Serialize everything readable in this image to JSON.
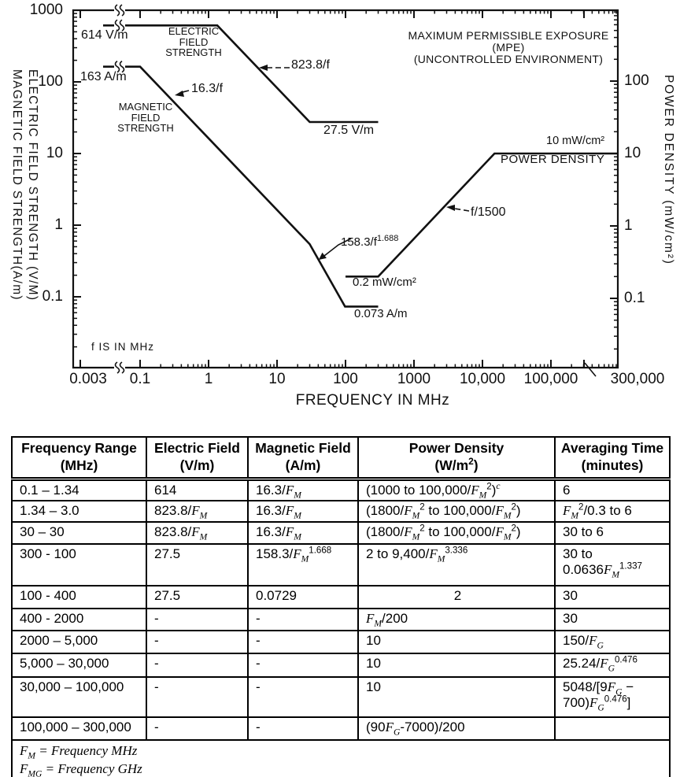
{
  "chart": {
    "title_block": "MAXIMUM PERMISSIBLE EXPOSURE\n(MPE)\n(UNCONTROLLED ENVIRONMENT)",
    "xlabel": "FREQUENCY IN MHz",
    "ylabel_left_line1": "MAGNETIC FIELD STRENGTH(A/m)",
    "ylabel_left_line2": "ELECTRIC FIELD STRENGTH (V/M)",
    "ylabel_right": "POWER DENSITY (mW/cm²)",
    "note": "f IS IN MHz",
    "labels": {
      "electric_block": "ELECTRIC\nFIELD\nSTRENGTH",
      "magnetic_block": "MAGNETIC\nFIELD\nSTRENGTH",
      "e_plateau_high": "614 V/m",
      "h_plateau_high": "163 A/m",
      "e_slope": "823.8/f",
      "h_slope": "16.3/f",
      "e_plateau_low": "27.5 V/m",
      "h_slope2_base": "158.3/f",
      "h_slope2_exp": "1.688",
      "pd_slope": "f/1500",
      "pd_plateau_high": "10 mW/cm²",
      "pd_name": "POWER DENSITY",
      "pd_plateau_low": "0.2 mW/cm²",
      "h_plateau_low": "0.073 A/m"
    }
  },
  "chart_data": {
    "type": "line",
    "title": "MAXIMUM PERMISSIBLE EXPOSURE (MPE) (UNCONTROLLED ENVIRONMENT)",
    "xlabel": "FREQUENCY IN MHz",
    "x_scale": "log",
    "y_scale": "log",
    "grid": false,
    "x_ticks": [
      "0.003",
      "0.1",
      "1",
      "10",
      "100",
      "1000",
      "10,000",
      "100,000",
      "300,000"
    ],
    "y_ticks_left": [
      "1000",
      "100",
      "10",
      "1",
      "0.1"
    ],
    "y_ticks_right": [
      "100",
      "10",
      "1",
      "0.1"
    ],
    "series": [
      {
        "name": "ELECTRIC FIELD STRENGTH",
        "axis": "left",
        "units": "V/m",
        "points": [
          [
            0.003,
            614
          ],
          [
            1.34,
            614
          ],
          [
            30,
            27.5
          ],
          [
            300,
            27.5
          ]
        ]
      },
      {
        "name": "MAGNETIC FIELD STRENGTH",
        "axis": "left",
        "units": "A/m",
        "points": [
          [
            0.003,
            163
          ],
          [
            0.1,
            163
          ],
          [
            30,
            0.543
          ],
          [
            98.4,
            0.073
          ],
          [
            300,
            0.073
          ]
        ]
      },
      {
        "name": "POWER DENSITY",
        "axis": "right",
        "units": "mW/cm²",
        "points": [
          [
            100,
            0.2
          ],
          [
            300,
            0.2
          ],
          [
            15000,
            10
          ],
          [
            2000000,
            10
          ]
        ]
      }
    ]
  },
  "table": {
    "columns": [
      "Frequency Range<br>(MHz)",
      "Electric Field<br>(V/m)",
      "Magnetic Field<br>(A/m)",
      "Power Density<br>(W/m<sup>2</sup>)",
      "Averaging Time<br>(minutes)"
    ],
    "rows": [
      [
        "0.1 – 1.34",
        "614",
        "16.3/<i>F<sub>M</sub></i>",
        "(1000 to 100,000/<i>F<sub>M</sub></i><sup>2</sup>)<sup><i>c</i></sup>",
        "6"
      ],
      [
        "1.34 – 3.0",
        "823.8/<i>F<sub>M</sub></i>",
        "16.3/<i>F<sub>M</sub></i>",
        "(1800/<i>F<sub>M</sub></i><sup>2</sup> to 100,000/<i>F<sub>M</sub></i><sup>2</sup>)",
        "<i>F<sub>M</sub></i><sup>2</sup>/0.3 to 6"
      ],
      [
        "30 – 30",
        "823.8/<i>F<sub>M</sub></i>",
        "16.3/<i>F<sub>M</sub></i>",
        "(1800/<i>F<sub>M</sub></i><sup>2</sup> to 100,000/<i>F<sub>M</sub></i><sup>2</sup>)",
        "30 to 6"
      ],
      [
        "300 - 100",
        "27.5",
        "158.3/<i>F<sub>M</sub></i><sup>1.668</sup>",
        "2 to 9,400/<i>F<sub>M</sub></i><sup>3.336</sup>",
        "30 to 0.0636<i>F<sub>M</sub></i><sup>1.337</sup>"
      ],
      [
        "100 - 400",
        "27.5",
        "0.0729",
        {
          "t": "2",
          "align": "center"
        },
        "30"
      ],
      [
        "400 - 2000",
        "-",
        "-",
        "<i>F<sub>M</sub></i>/200",
        "30"
      ],
      [
        "2000 – 5,000",
        "-",
        "-",
        "10",
        "150/<i>F<sub>G</sub></i>"
      ],
      [
        "5,000 – 30,000",
        "-",
        "-",
        "10",
        "25.24/<i>F<sub>G</sub></i><sup>0.476</sup>"
      ],
      [
        "30,000 – 100,000",
        "-",
        "-",
        "10",
        "5048/[9<i>F<sub>G</sub></i> − 700)<i>F<sub>G</sub></i><sup>0.476</sup>]"
      ],
      [
        "100,000 – 300,000",
        "-",
        "-",
        "(90<i>F<sub>G</sub></i>-7000)/200",
        ""
      ]
    ],
    "footer": [
      "<i>F<sub>M</sub> = Frequency MHz</i>",
      "<i>F<sub>MG</sub> = Frequency GHz</i>"
    ]
  }
}
